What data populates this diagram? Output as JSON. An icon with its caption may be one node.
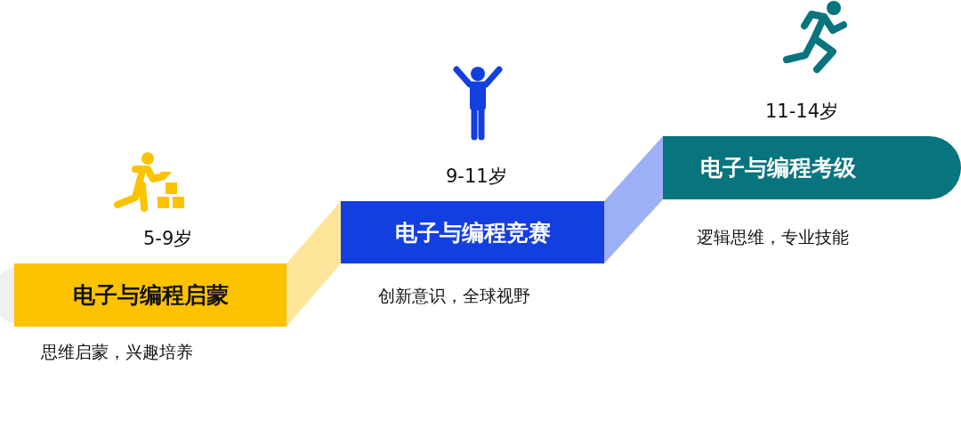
{
  "diagram": {
    "nodes": [
      {
        "text": [
          "电子与编程启蒙"
        ],
        "beside": [
          "5-9岁",
          "思维启蒙，兴趣培养"
        ]
      },
      {
        "text": [
          "电子与编程竞赛"
        ],
        "beside": [
          "9-11岁",
          "创新意识，全球视野"
        ]
      },
      {
        "text": [
          "电子与编程考级"
        ],
        "beside": [
          "11-14岁",
          "逻辑思维，专业技能"
        ]
      }
    ],
    "edges": [
      {
        "from": 0,
        "to": 1,
        "arrow": "none",
        "color": "#fde59a"
      },
      {
        "from": 1,
        "to": 2,
        "arrow": "none",
        "color": "#9db0f5"
      }
    ]
  }
}
